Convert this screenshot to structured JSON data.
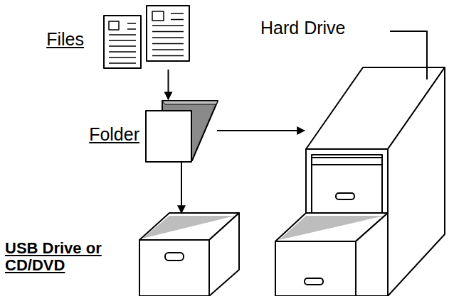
{
  "diagram": {
    "nodes": [
      {
        "text": [
          "Files"
        ]
      },
      {
        "text": [
          "Folder"
        ]
      },
      {
        "text": [
          "Hard Drive"
        ]
      },
      {
        "text": [
          "USB Drive or CD/DVD"
        ]
      }
    ],
    "edges": [
      {
        "from": 0,
        "to": 1,
        "arrow": "to"
      },
      {
        "from": 1,
        "to": 2,
        "arrow": "to"
      },
      {
        "from": 1,
        "to": 3,
        "arrow": "to"
      }
    ]
  }
}
